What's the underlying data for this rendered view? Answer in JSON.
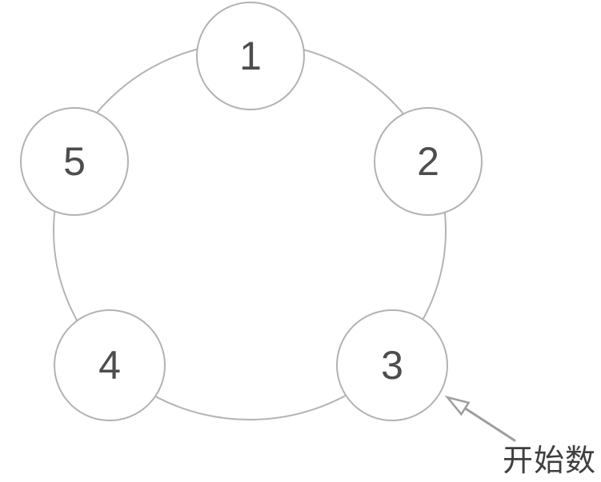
{
  "diagram": {
    "nodes": [
      {
        "label": "1"
      },
      {
        "label": "2"
      },
      {
        "label": "3"
      },
      {
        "label": "4"
      },
      {
        "label": "5"
      }
    ],
    "annotation": {
      "label": "开始数",
      "target_node_label": "3"
    },
    "colors": {
      "background": "#ffffff",
      "ring_stroke": "#b4b4b4",
      "node_stroke": "#b2b2b2",
      "node_fill": "#ffffff",
      "number_text": "#4d4d4d",
      "arrow": "#9e9e9e",
      "annotation_text": "#3f3f3f"
    }
  }
}
